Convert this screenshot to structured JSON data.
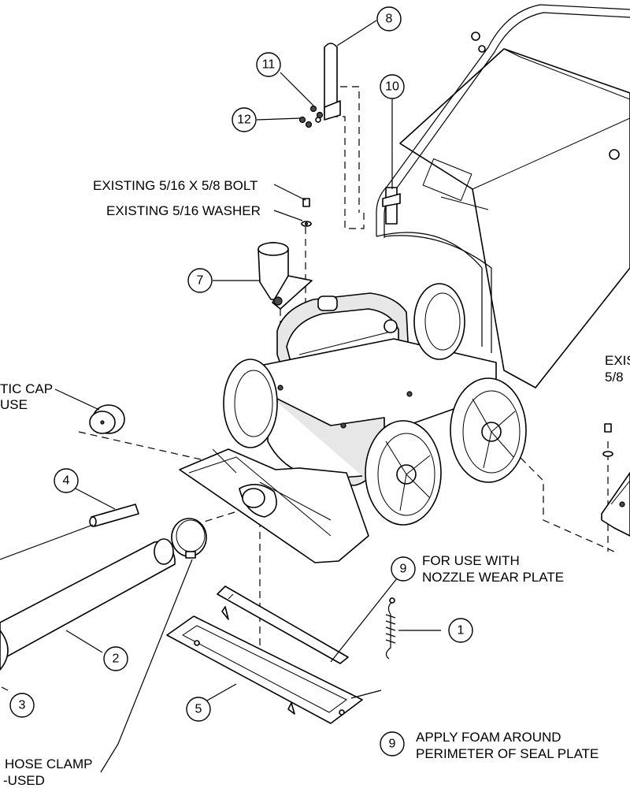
{
  "callouts": {
    "c1": "1",
    "c2": "2",
    "c3": "3",
    "c4": "4",
    "c5": "5",
    "c7": "7",
    "c8": "8",
    "c9a": "9",
    "c9b": "9",
    "c10": "10",
    "c11": "11",
    "c12": "12"
  },
  "labels": {
    "existing_bolt": "EXISTING 5/16 X 5/8 BOLT",
    "existing_washer": "EXISTING 5/16 WASHER",
    "cap_line1": "TIC CAP",
    "cap_line2": "USE",
    "nozzle_line1": "FOR USE WITH",
    "nozzle_line2": "NOZZLE WEAR PLATE",
    "foam_line1": "APPLY FOAM AROUND",
    "foam_line2": "PERIMETER OF SEAL PLATE",
    "clamp_line1": "HOSE CLAMP",
    "clamp_line2": "-USED",
    "right_line1": "EXIS",
    "right_line2": "5/8"
  }
}
